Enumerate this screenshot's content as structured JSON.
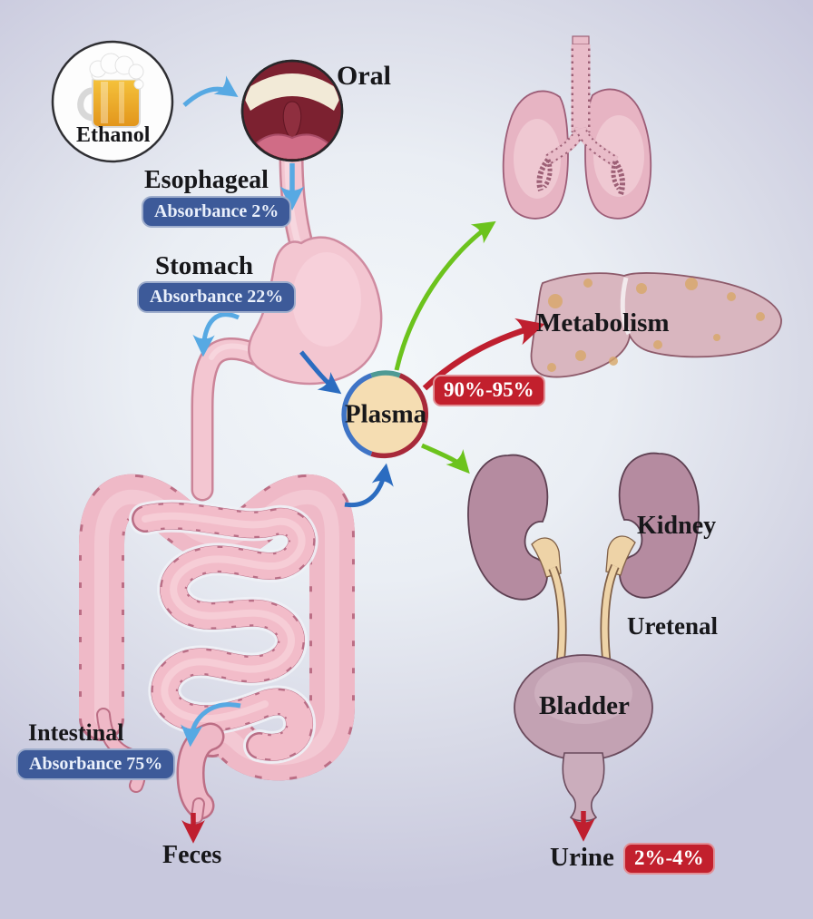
{
  "title": "Ethanol absorption and elimination pathway diagram",
  "pathway": {
    "ethanol": {
      "label": "Ethanol",
      "icon": "beer-mug-icon"
    },
    "oral": {
      "label": "Oral",
      "icon": "mouth-icon"
    },
    "esophageal": {
      "label": "Esophageal",
      "badge": "Absorbance 2%"
    },
    "stomach": {
      "label": "Stomach",
      "badge": "Absorbance 22%",
      "icon": "stomach-icon"
    },
    "intestinal": {
      "label": "Intestinal",
      "badge": "Absorbance 75%",
      "icon": "intestine-icon"
    },
    "feces": {
      "label": "Feces"
    },
    "plasma": {
      "label": "Plasma",
      "icon": "plasma-circle-icon"
    },
    "lungs": {
      "icon": "lungs-icon"
    },
    "metabolism": {
      "label": "Metabolism",
      "badge": "90%-95%",
      "icon": "liver-icon"
    },
    "kidney": {
      "label": "Kidney",
      "icon": "kidneys-icon"
    },
    "ureter": {
      "label": "Uretenal",
      "icon": "ureter-icon"
    },
    "bladder": {
      "label": "Bladder",
      "icon": "bladder-icon"
    },
    "urine": {
      "label": "Urine",
      "badge": "2%-4%"
    }
  },
  "colors": {
    "background_edge": "#c8c8dd",
    "background_center": "#f3f7fa",
    "badge_blue": "#3d5a99",
    "badge_red": "#c2202d",
    "arrow_light_blue": "#57a9e3",
    "arrow_blue": "#2b6cc0",
    "arrow_green": "#6cc31d",
    "arrow_red": "#bf1f2f",
    "organ_pink": "#f3c6d1",
    "organ_mauve": "#b58ba0",
    "plasma_fill": "#f5ddb2",
    "label_text": "#17171a"
  }
}
